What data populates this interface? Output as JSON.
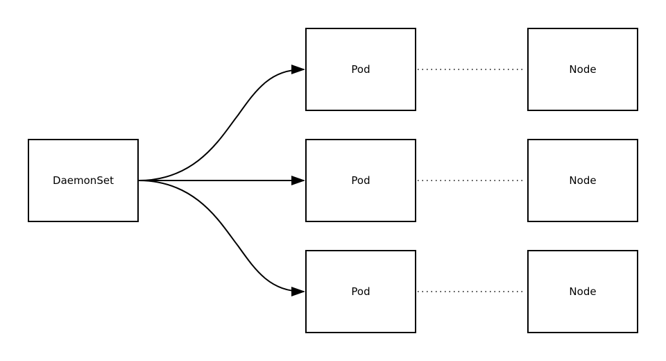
{
  "diagram": {
    "daemonset": {
      "label": "DaemonSet"
    },
    "pods": [
      {
        "label": "Pod"
      },
      {
        "label": "Pod"
      },
      {
        "label": "Pod"
      }
    ],
    "nodes": [
      {
        "label": "Node"
      },
      {
        "label": "Node"
      },
      {
        "label": "Node"
      }
    ]
  }
}
